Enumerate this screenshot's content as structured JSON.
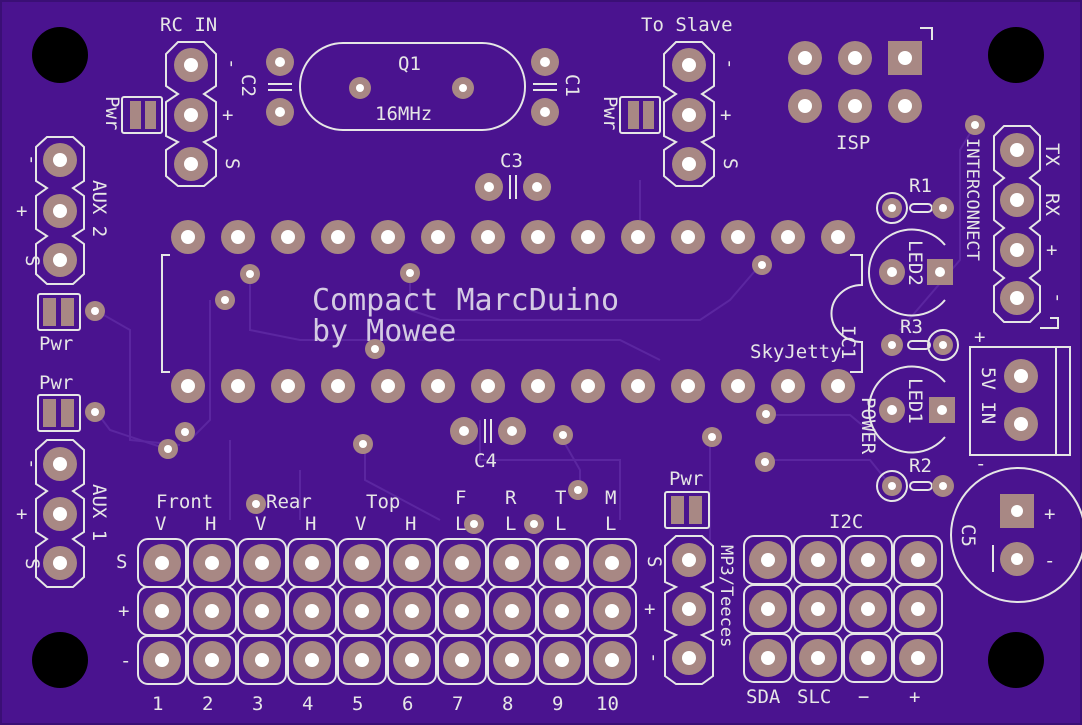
{
  "board": {
    "background": "#4a138f",
    "silkscreen": "#e6e6e6",
    "copper": "#a88884"
  },
  "title": {
    "line1": "Compact MarcDuino",
    "line2": "by Mowee"
  },
  "connectors": {
    "rc_in": {
      "label": "RC IN",
      "pins": [
        "-",
        "+",
        "S"
      ]
    },
    "to_slave": {
      "label": "To Slave",
      "pins": [
        "-",
        "+",
        "S"
      ]
    },
    "aux2": {
      "label": "AUX 2",
      "pins": [
        "-",
        "+",
        "S"
      ]
    },
    "aux1": {
      "label": "AUX 1",
      "pins": [
        "-",
        "+",
        "S"
      ]
    },
    "mp3": {
      "label": "MP3/Teeces",
      "pins": [
        "S",
        "+",
        "-"
      ]
    },
    "interconnect": {
      "label": "INTERCONNECT",
      "pins": [
        "TX",
        "RX",
        "+",
        "-"
      ]
    },
    "power": {
      "label": "5V IN",
      "plus": "+",
      "minus": "-"
    },
    "isp": {
      "label": "ISP"
    },
    "i2c": {
      "label": "I2C",
      "pins": [
        "SDA",
        "SLC",
        "−",
        "+"
      ]
    },
    "servo_rows": [
      "S",
      "+",
      "-"
    ]
  },
  "pwr_label": "Pwr",
  "components": {
    "q1": "Q1",
    "freq": "16MHz",
    "c1": "C1",
    "c2": "C2",
    "c3": "C3",
    "c4": "C4",
    "c5": "C5",
    "ic1": "IC1",
    "skyjetty": "SkyJetty",
    "r1": "R1",
    "r2": "R2",
    "r3": "R3",
    "led1": "LED1",
    "led2": "LED2",
    "power_led": "POWER"
  },
  "servo_groups": {
    "front": "Front",
    "rear": "Rear",
    "top": "Top",
    "f": "F",
    "r": "R",
    "t": "T",
    "m": "M",
    "letters": [
      "V",
      "H",
      "V",
      "H",
      "V",
      "H",
      "L",
      "L",
      "L",
      "L"
    ],
    "numbers": [
      "1",
      "2",
      "3",
      "4",
      "5",
      "6",
      "7",
      "8",
      "9",
      "10"
    ]
  }
}
